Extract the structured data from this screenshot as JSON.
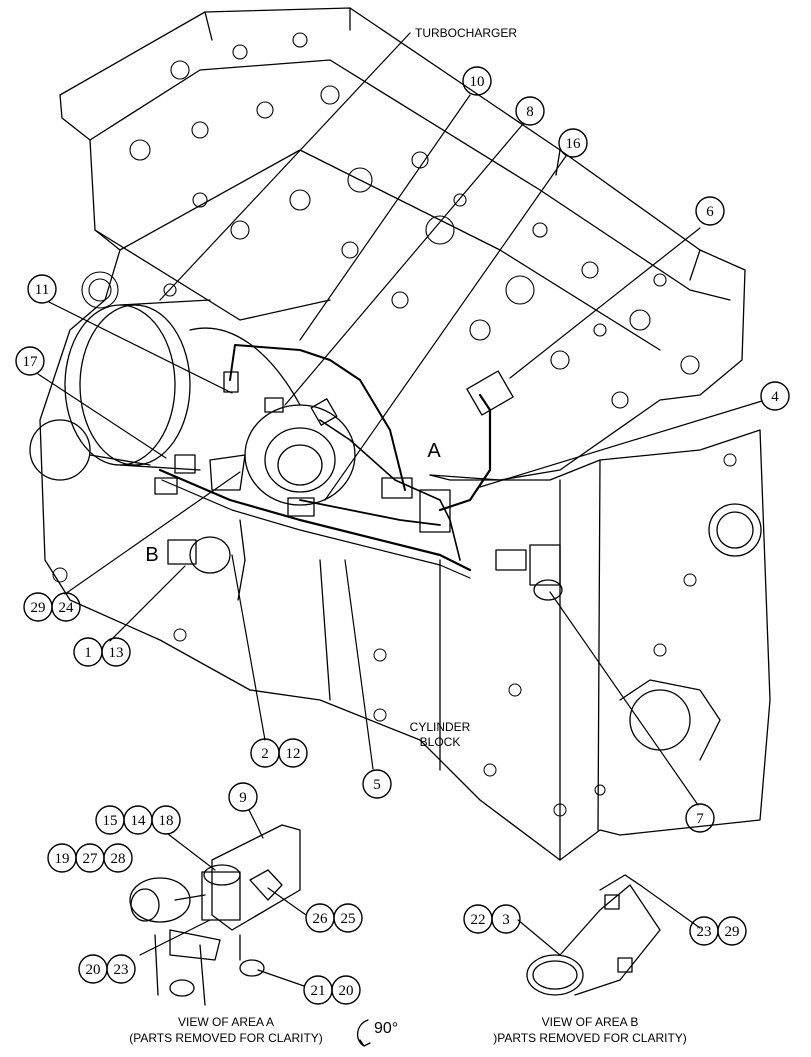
{
  "labels": {
    "turbocharger": "TURBOCHARGER",
    "cylinder_block_1": "CYLINDER",
    "cylinder_block_2": "BLOCK",
    "area_a": "A",
    "area_b": "B",
    "view_a_1": "VIEW OF AREA A",
    "view_a_2": "(PARTS REMOVED FOR CLARITY)",
    "view_b_1": "VIEW OF AREA B",
    "view_b_2": ")PARTS REMOVED FOR CLARITY)",
    "rotation": "90°"
  },
  "callouts": [
    "10",
    "8",
    "16",
    "6",
    "11",
    "17",
    "4",
    "29",
    "24",
    "1",
    "13",
    "2",
    "12",
    "5",
    "7",
    "9",
    "15",
    "14",
    "18",
    "19",
    "27",
    "28",
    "26",
    "25",
    "20",
    "23",
    "21",
    "20",
    "22",
    "3",
    "23",
    "29"
  ]
}
